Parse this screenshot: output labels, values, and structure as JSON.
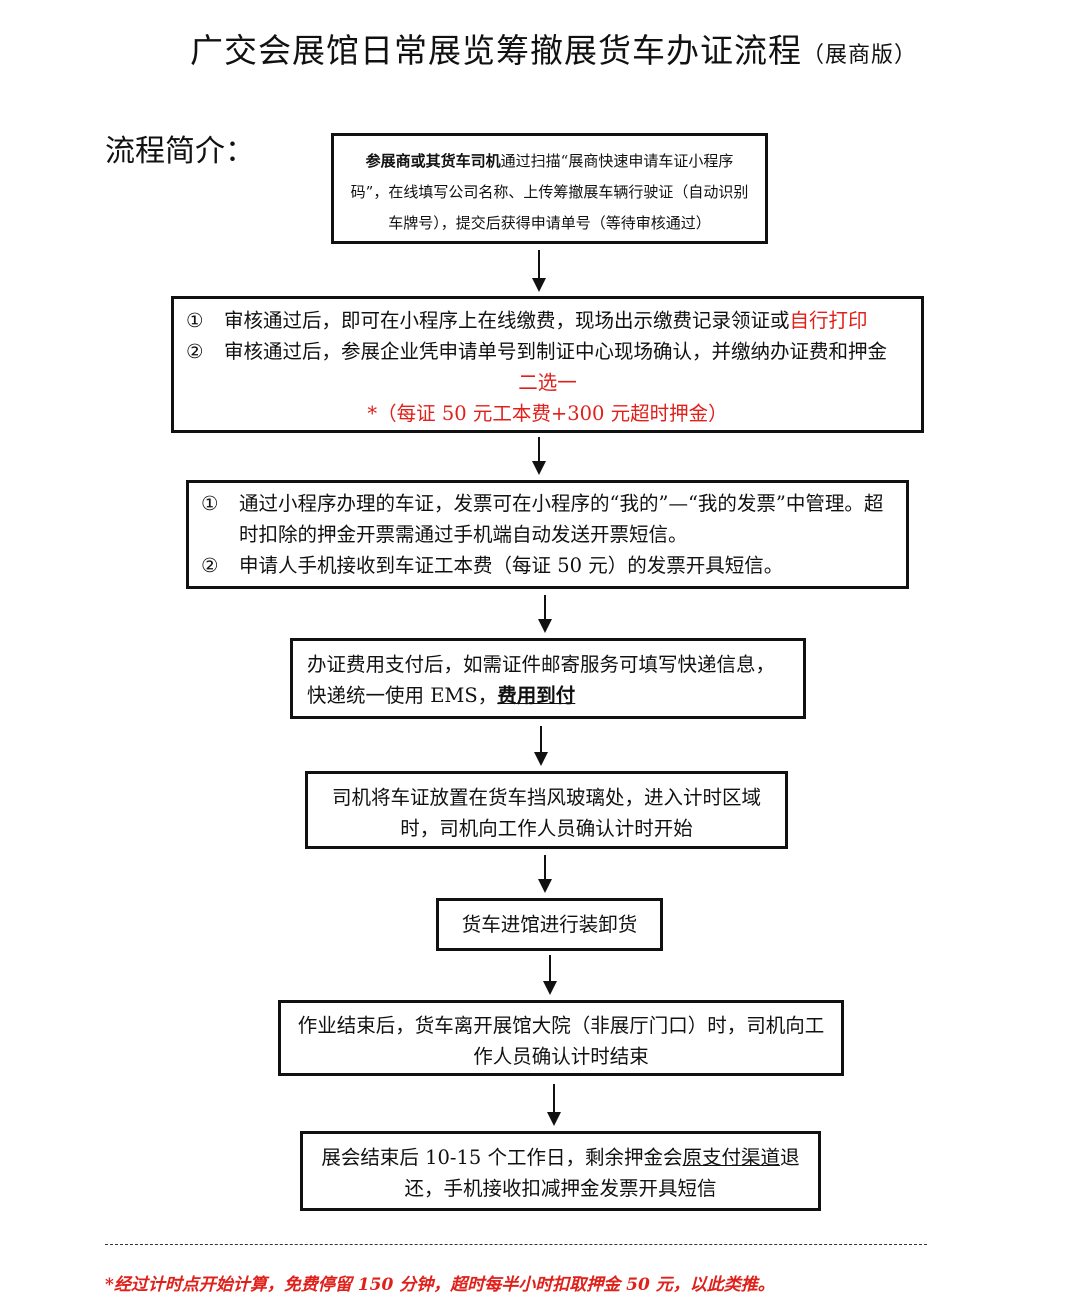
{
  "title": {
    "main": "广交会展馆日常展览筹撤展货车办证流程",
    "sub": "（展商版）"
  },
  "intro_label": "流程简介：",
  "steps": {
    "s1": {
      "bold": "参展商或其货车司机",
      "text": "通过扫描“展商快速申请车证小程序码”，在线填写公司名称、上传筹撤展车辆行驶证（自动识别车牌号），提交后获得申请单号（等待审核通过）"
    },
    "s2": {
      "item1_num": "①",
      "item1_text": "审核通过后，即可在小程序上在线缴费，现场出示缴费记录领证或",
      "item1_red": "自行打印",
      "item2_num": "②",
      "item2_text": "审核通过后，参展企业凭申请单号到制证中心现场确认，并缴纳办证费和押金",
      "choose": "二选一",
      "fee": "*（每证 50 元工本费+300 元超时押金）"
    },
    "s3": {
      "item1_num": "①",
      "item1_text": "通过小程序办理的车证，发票可在小程序的“我的”—“我的发票”中管理。超时扣除的押金开票需通过手机端自动发送开票短信。",
      "item2_num": "②",
      "item2_text": "申请人手机接收到车证工本费（每证 50 元）的发票开具短信。"
    },
    "s4": {
      "text": "办证费用支付后，如需证件邮寄服务可填写快递信息，快递统一使用 EMS，",
      "underline": "费用到付"
    },
    "s5": {
      "text": "司机将车证放置在货车挡风玻璃处，进入计时区域时，司机向工作人员确认计时开始"
    },
    "s6": {
      "text": "货车进馆进行装卸货"
    },
    "s7": {
      "text": "作业结束后，货车离开展馆大院（非展厅门口）时，司机向工作人员确认计时结束"
    },
    "s8": {
      "text_a": "展会结束后 10-15 个工作日，剩余押金会",
      "underline": "原支付渠道",
      "text_b": "退还，手机接收扣减押金发票开具短信"
    }
  },
  "footnote": "*经过计时点开始计算，免费停留 150 分钟，超时每半小时扣取押金 50 元，以此类推。",
  "colors": {
    "accent_red": "#e0201a",
    "border": "#111111"
  }
}
